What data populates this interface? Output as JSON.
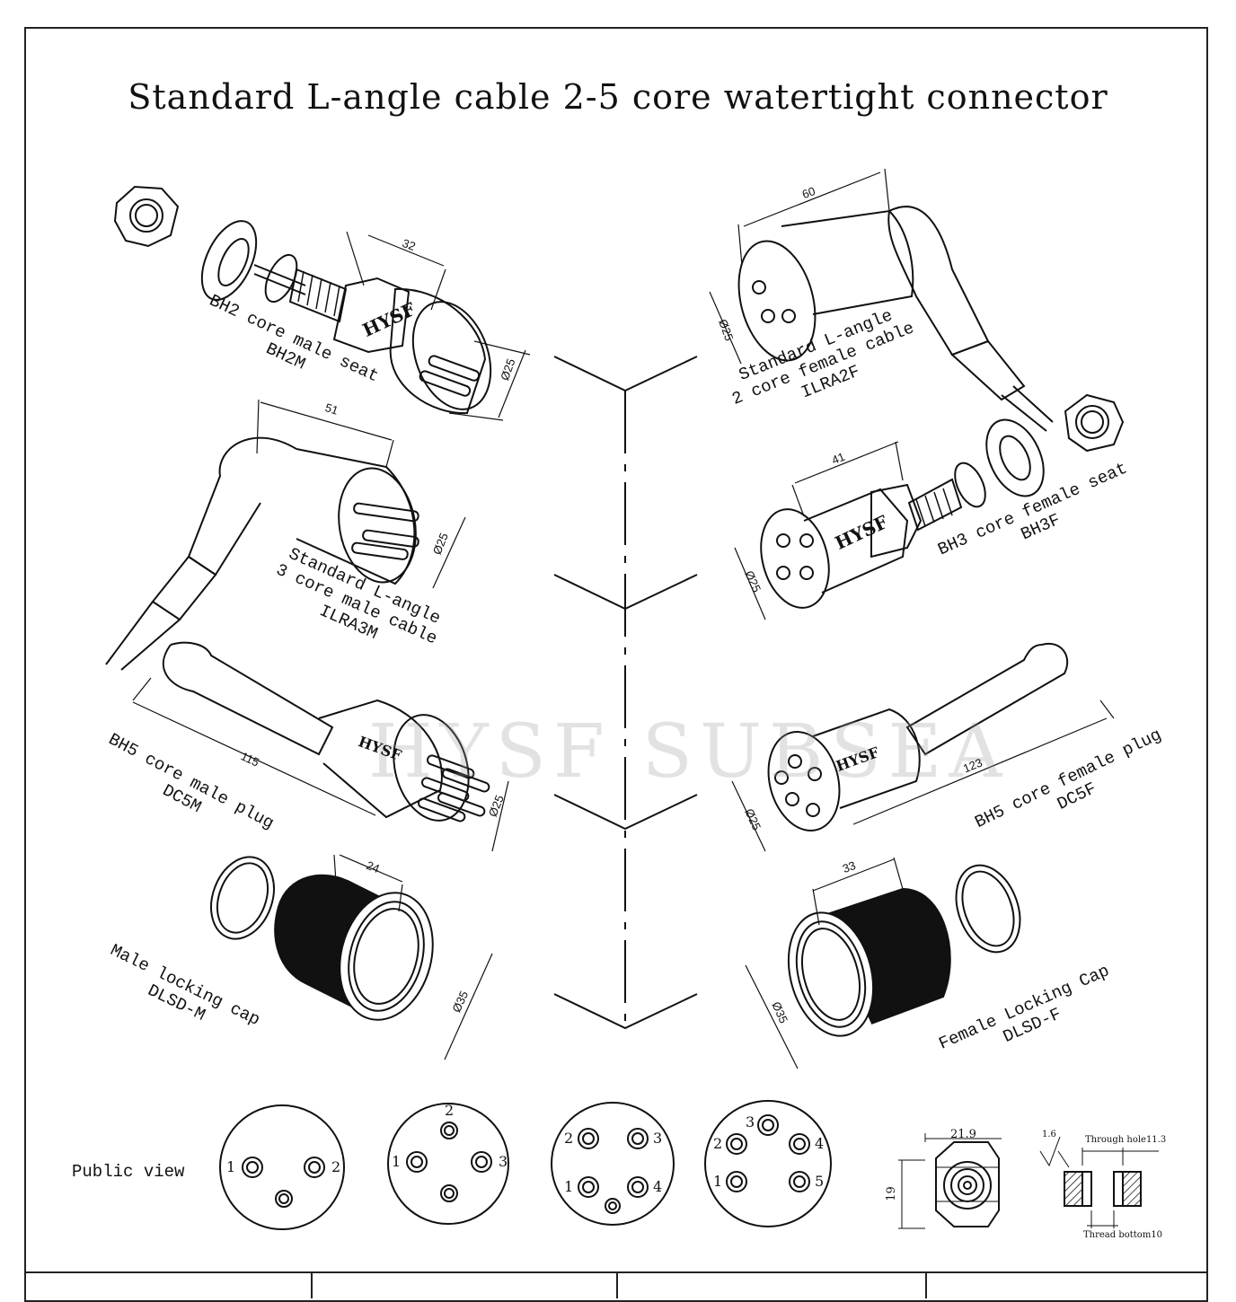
{
  "title": "Standard L-angle cable 2-5 core watertight connector",
  "watermark": "HYSF SUBSEA",
  "brand_mark": "HYSF",
  "parts": [
    {
      "id": "bh2m",
      "lines": [
        "BH2 core male seat",
        "BH2M"
      ]
    },
    {
      "id": "ilra2f",
      "lines": [
        "Standard L-angle",
        "2 core female cable",
        "ILRA2F"
      ]
    },
    {
      "id": "ilra3m",
      "lines": [
        "Standard L-angle",
        "3 core male cable",
        "ILRA3M"
      ]
    },
    {
      "id": "bh3f",
      "lines": [
        "BH3 core female seat",
        "BH3F"
      ]
    },
    {
      "id": "dc5m",
      "lines": [
        "BH5 core male plug",
        "DC5M"
      ]
    },
    {
      "id": "dc5f",
      "lines": [
        "BH5 core female plug",
        "DC5F"
      ]
    },
    {
      "id": "dlsdm",
      "lines": [
        "Male locking cap",
        "DLSD-M"
      ]
    },
    {
      "id": "dlsdf",
      "lines": [
        "Female Locking Cap",
        "DLSD-F"
      ]
    }
  ],
  "dimensions": {
    "bh2m_len": "32",
    "bh2m_dia": "Ø25",
    "ilra2f_len": "60",
    "ilra2f_dia": "Ø25",
    "ilra3m_len": "51",
    "ilra3m_dia": "Ø25",
    "bh3f_len": "41",
    "bh3f_dia": "Ø25",
    "dc5m_len": "115",
    "dc5m_dia": "Ø25",
    "dc5f_len": "123",
    "dc5f_dia": "Ø25",
    "dlsdm_len": "24",
    "dlsdm_dia": "Ø35",
    "dlsdf_len": "33",
    "dlsdf_dia": "Ø35"
  },
  "public_view": {
    "label": "Public view",
    "pin_numbers": {
      "two_core": [
        "1",
        "2"
      ],
      "three_core": [
        "1",
        "2",
        "3"
      ],
      "four_core": [
        "1",
        "2",
        "3",
        "4"
      ],
      "five_core": [
        "1",
        "2",
        "3",
        "4",
        "5"
      ]
    }
  },
  "nut_detail": {
    "width": "21.9",
    "height": "19"
  },
  "hole_detail": {
    "surface": "1.6",
    "through_hole": "Through hole11.3",
    "thread_bottom": "Thread bottom10"
  }
}
